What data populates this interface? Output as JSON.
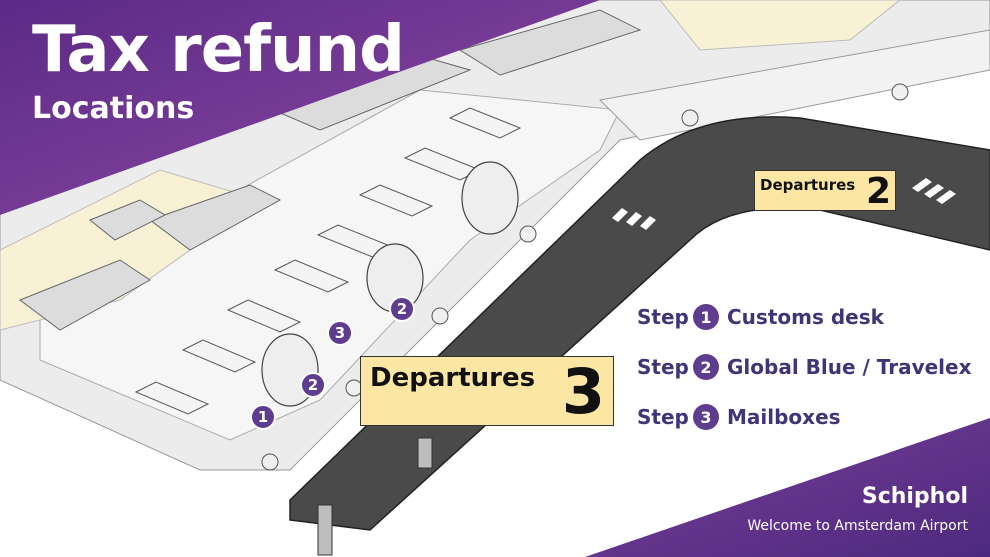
{
  "header": {
    "title": "Tax refund",
    "subtitle": "Locations"
  },
  "departures": [
    {
      "label": "Departures",
      "number": "2"
    },
    {
      "label": "Departures",
      "number": "3"
    }
  ],
  "legend": [
    {
      "step": "Step",
      "number": "1",
      "text": "Customs desk"
    },
    {
      "step": "Step",
      "number": "2",
      "text": "Global Blue / Travelex"
    },
    {
      "step": "Step",
      "number": "3",
      "text": "Mailboxes"
    }
  ],
  "map_markers": [
    "1",
    "2",
    "2",
    "3"
  ],
  "footer": {
    "brand": "Schiphol",
    "tagline": "Welcome to Amsterdam Airport"
  },
  "colors": {
    "brand_purple": "#5f3d8e",
    "legend_text": "#3f3577",
    "departures_box": "#fbe7a3",
    "apron": "#4a4a4a"
  }
}
